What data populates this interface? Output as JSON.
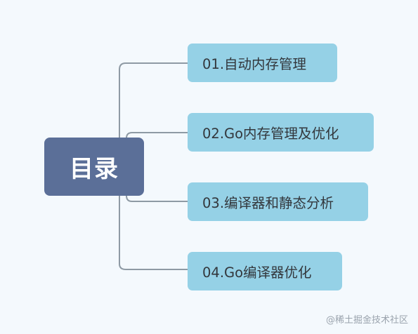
{
  "diagram": {
    "type": "mind-map",
    "root": {
      "label": "目录"
    },
    "children": [
      {
        "label": "01.自动内存管理"
      },
      {
        "label": "02.Go内存管理及优化"
      },
      {
        "label": "03.编译器和静态分析"
      },
      {
        "label": "04.Go编译器优化"
      }
    ]
  },
  "colors": {
    "background": "#f4f9fd",
    "root_fill": "#5b6f98",
    "root_text": "#ffffff",
    "child_fill": "#95d1e6",
    "child_text": "#33373c",
    "connector": "#8e9aa4"
  },
  "watermark": "@稀土掘金技术社区"
}
